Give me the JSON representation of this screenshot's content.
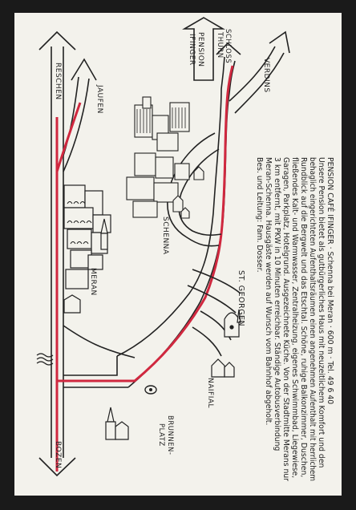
{
  "colors": {
    "road_main": "#d0283f",
    "ink": "#222222",
    "paper": "#f3f2ec",
    "border": "#1a1a1a"
  },
  "map": {
    "labels": {
      "pension_ifinger": [
        "PENSION",
        "IFINGER"
      ],
      "schloss_thurn": [
        "SCHLOSS",
        "THURN"
      ],
      "verdins": "VERDINS",
      "reschen": "RESCHEN",
      "jaufen": "JAUFEN",
      "schenna": "SCHENNA",
      "meran": "MERAN",
      "st_georgen": "ST. GEORGEN",
      "naifial": "NAIFIAL",
      "brunnenplatz": [
        "BRUNNEN-",
        "PLATZ"
      ],
      "bozen": "BOZEN"
    }
  },
  "description": {
    "lines": [
      "PENSION CAFÉ IFINGER · Schenna bei Meran · 600 m · Tel. 49 6 40",
      "Unsere Pension bietet als gutbürgerliches Haus mit neuzeitlichem Komfort und den",
      "behaglich eingerichteten Aufenthaltsräumen einen angenehmen Aufenthalt mit herrlichem",
      "Rundblick auf die Bergwelt und das Etschtal. Schöne, ruhige Balkonzimmer, Duschen,",
      "fließendes Kalt- und Warmwasser, Zentralheizung, eigenes Schwimmbad, Liegewiese,",
      "Garagen, Parkplatz, Hotelgrund. Ausgezeichnete Küche. Von der Stadtmitte Merans nur",
      "3 km entfernt, mit PKW in 10 Minuten erreichbar. Ständige Autobusverbindung",
      "Meran-Schenna. Hausgäste werden auf Wunsch vom Bahnhof abgeholt.",
      "Bes. und Leitung: Fam. Dosser."
    ]
  }
}
